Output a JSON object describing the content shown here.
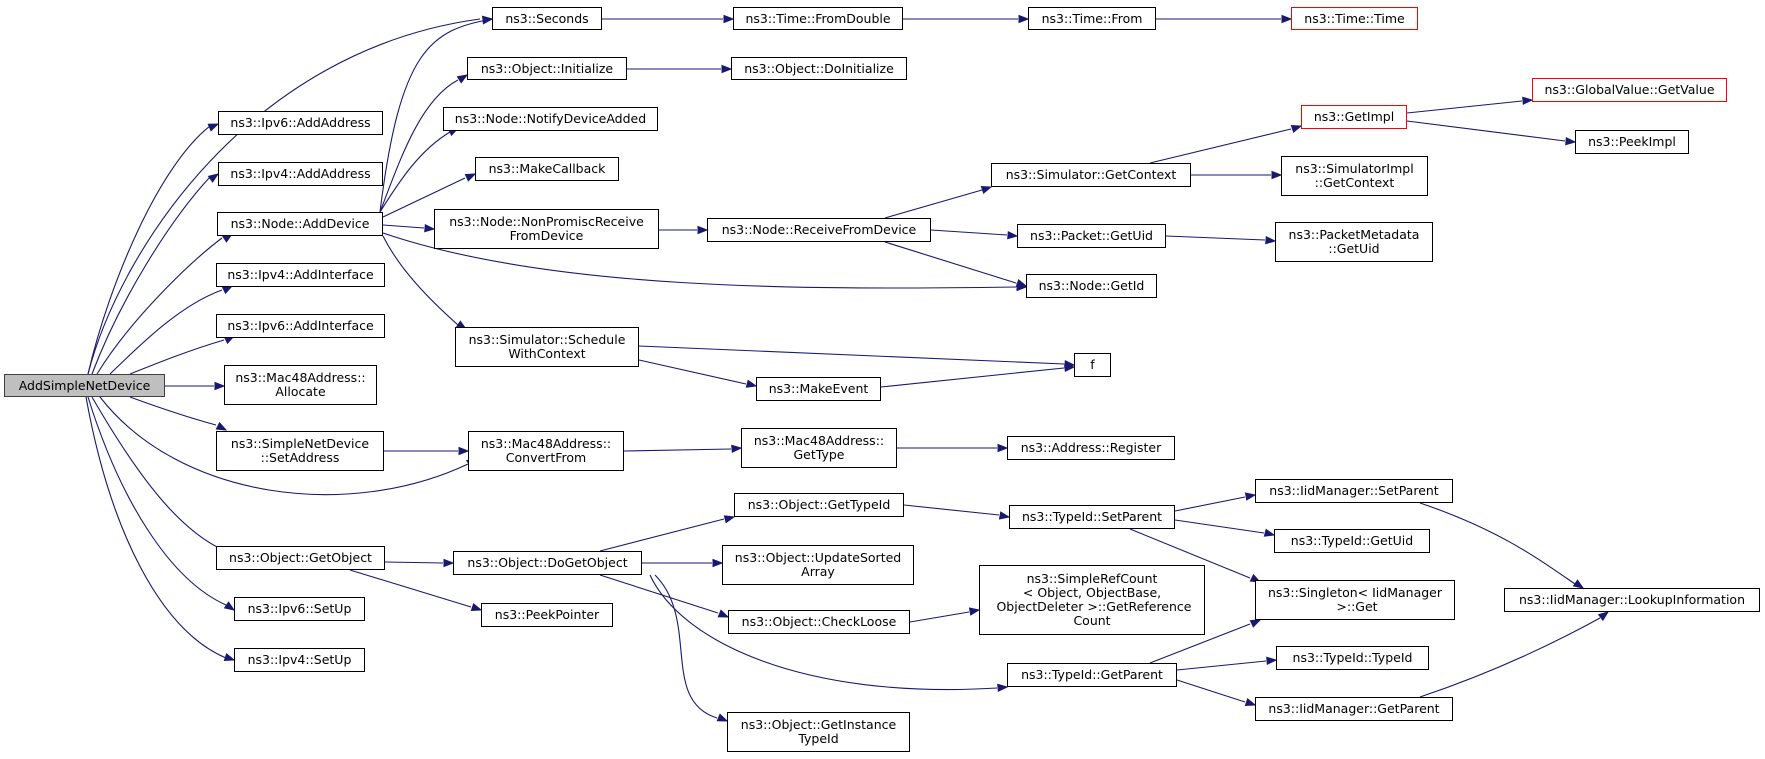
{
  "colors": {
    "edge": "#191970",
    "root_fill": "#bfbfbf",
    "truncated_border": "#ff0000"
  },
  "nodes": {
    "root": "AddSimpleNetDevice",
    "seconds": "ns3::Seconds",
    "from_double": "ns3::Time::FromDouble",
    "time_from": "ns3::Time::From",
    "time_time": "ns3::Time::Time",
    "obj_initialize": "ns3::Object::Initialize",
    "obj_doinitialize": "ns3::Object::DoInitialize",
    "ipv6_addaddress": "ns3::Ipv6::AddAddress",
    "notify_added": "ns3::Node::NotifyDeviceAdded",
    "ipv4_addaddress": "ns3::Ipv4::AddAddress",
    "make_callback": "ns3::MakeCallback",
    "node_adddevice": "ns3::Node::AddDevice",
    "nonpromisc": "ns3::Node::NonPromiscReceive\nFromDevice",
    "receive_from_device": "ns3::Node::ReceiveFromDevice",
    "sim_getcontext": "ns3::Simulator::GetContext",
    "getimpl": "ns3::GetImpl",
    "globalvalue": "ns3::GlobalValue::GetValue",
    "peekimpl": "ns3::PeekImpl",
    "simimpl_getcontext": "ns3::SimulatorImpl\n::GetContext",
    "packet_getuid": "ns3::Packet::GetUid",
    "packetmeta_getuid": "ns3::PacketMetadata\n::GetUid",
    "node_getid": "ns3::Node::GetId",
    "ipv4_addinterface": "ns3::Ipv4::AddInterface",
    "ipv6_addinterface": "ns3::Ipv6::AddInterface",
    "sim_schedule": "ns3::Simulator::Schedule\nWithContext",
    "f": "f",
    "make_event": "ns3::MakeEvent",
    "mac_allocate": "ns3::Mac48Address::\nAllocate",
    "simple_setaddress": "ns3::SimpleNetDevice\n::SetAddress",
    "mac_convertfrom": "ns3::Mac48Address::\nConvertFrom",
    "mac_gettype": "ns3::Mac48Address::\nGetType",
    "address_register": "ns3::Address::Register",
    "obj_gettypeid": "ns3::Object::GetTypeId",
    "typeid_setparent": "ns3::TypeId::SetParent",
    "iid_setparent": "ns3::IidManager::SetParent",
    "typeid_getuid": "ns3::TypeId::GetUid",
    "iid_lookup": "ns3::IidManager::LookupInformation",
    "obj_getobject": "ns3::Object::GetObject",
    "obj_dogetobject": "ns3::Object::DoGetObject",
    "obj_updatesorted": "ns3::Object::UpdateSorted\nArray",
    "simplerefcount": "ns3::SimpleRefCount\n< Object, ObjectBase,\n ObjectDeleter >::GetReference\nCount",
    "singleton_get": "ns3::Singleton< IidManager\n >::Get",
    "obj_checkloose": "ns3::Object::CheckLoose",
    "ipv6_setup": "ns3::Ipv6::SetUp",
    "peekpointer": "ns3::PeekPointer",
    "typeid_typeid": "ns3::TypeId::TypeId",
    "ipv4_setup": "ns3::Ipv4::SetUp",
    "typeid_getparent": "ns3::TypeId::GetParent",
    "iid_getparent": "ns3::IidManager::GetParent",
    "obj_getinstance": "ns3::Object::GetInstance\nTypeId"
  }
}
